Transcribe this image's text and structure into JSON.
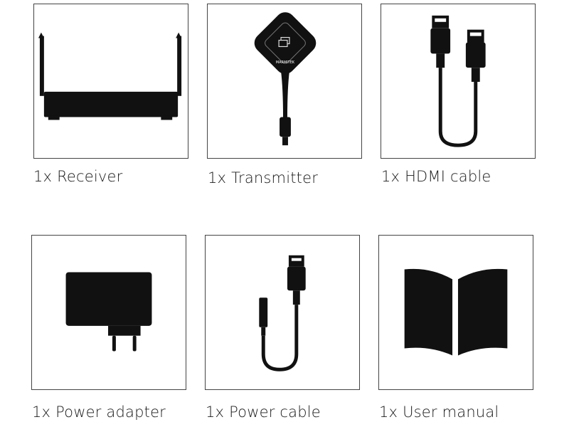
{
  "items": [
    {
      "label": "1x Receiver",
      "icon": "router-icon"
    },
    {
      "label": "1x Transmitter",
      "icon": "transmitter-icon",
      "logo_text": "MARMITEK"
    },
    {
      "label": "1x HDMI cable",
      "icon": "hdmi-cable-icon"
    },
    {
      "label": "1x Power adapter",
      "icon": "power-adapter-icon"
    },
    {
      "label": "1x Power cable",
      "icon": "power-cable-icon"
    },
    {
      "label": "1x User manual",
      "icon": "book-icon"
    }
  ],
  "colors": {
    "icon": "#111111",
    "border": "#444444"
  }
}
